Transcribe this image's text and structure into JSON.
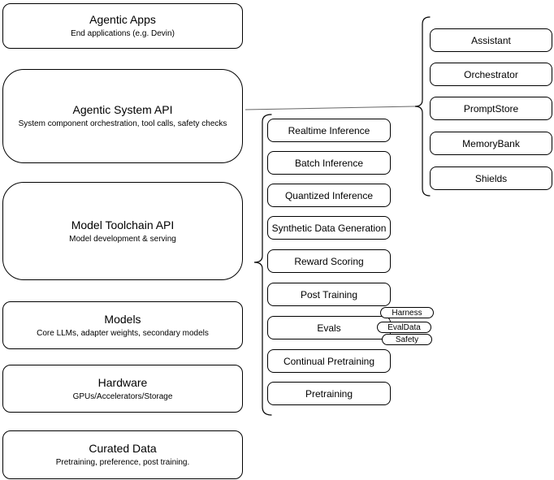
{
  "diagram": {
    "left_stack": [
      {
        "title": "Agentic Apps",
        "subtitle": "End applications (e.g. Devin)"
      },
      {
        "title": "Agentic System API",
        "subtitle": "System component orchestration, tool calls, safety checks"
      },
      {
        "title": "Model Toolchain API",
        "subtitle": "Model development & serving"
      },
      {
        "title": "Models",
        "subtitle": "Core LLMs, adapter weights, secondary models"
      },
      {
        "title": "Hardware",
        "subtitle": "GPUs/Accelerators/Storage"
      },
      {
        "title": "Curated Data",
        "subtitle": "Pretraining, preference, post training."
      }
    ],
    "toolchain_items": [
      {
        "label": "Realtime Inference"
      },
      {
        "label": "Batch Inference"
      },
      {
        "label": "Quantized Inference"
      },
      {
        "label": "Synthetic Data Generation"
      },
      {
        "label": "Reward Scoring"
      },
      {
        "label": "Post Training"
      },
      {
        "label": "Evals"
      },
      {
        "label": "Continual Pretraining"
      },
      {
        "label": "Pretraining"
      }
    ],
    "system_items": [
      {
        "label": "Assistant"
      },
      {
        "label": "Orchestrator"
      },
      {
        "label": "PromptStore"
      },
      {
        "label": "MemoryBank"
      },
      {
        "label": "Shields"
      }
    ],
    "eval_tags": [
      {
        "label": "Harness"
      },
      {
        "label": "EvalData"
      },
      {
        "label": "Safety"
      }
    ],
    "colors": {
      "stroke": "#000000",
      "box_fill": "#ffffff",
      "background": "#ffffff",
      "connector": "#666666"
    }
  }
}
